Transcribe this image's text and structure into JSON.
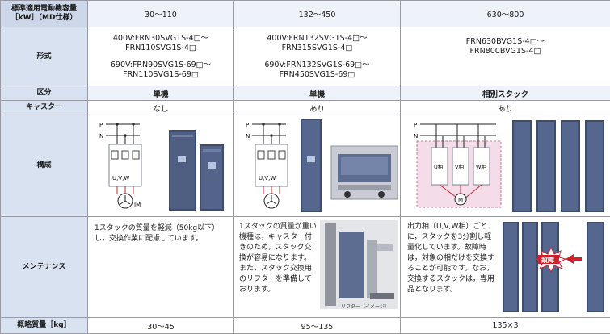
{
  "header": {
    "label": "標準適用電動機容量\n［kW］（MD仕様）",
    "col1": "30～110",
    "col2": "132～450",
    "col3": "630～800"
  },
  "model": {
    "label": "形式",
    "col1_line1": "400V:FRN30SVG1S-4□～",
    "col1_line2": "FRN110SVG1S-4□",
    "col1_line3": "690V:FRN90SVG1S-69□～",
    "col1_line4": "FRN110SVG1S-69□",
    "col2_line1": "400V:FRN132SVG1S-4□～",
    "col2_line2": "FRN315SVG1S-4□",
    "col2_line3": "690V:FRN132SVG1S-69□～",
    "col2_line4": "FRN450SVG1S-69□",
    "col3_line1": "FRN630BVG1S-4□～",
    "col3_line2": "FRN800BVG1S-4□"
  },
  "division": {
    "label": "区分",
    "col1": "単機",
    "col2": "単機",
    "col3": "相別スタック"
  },
  "caster": {
    "label": "キャスター",
    "col1": "なし",
    "col2": "あり",
    "col3": "あり"
  },
  "config": {
    "label": "構成",
    "P": "P",
    "N": "N",
    "uvw": "U,V,W",
    "im": "IM",
    "m": "M",
    "u_phase": "U相",
    "v_phase": "V相",
    "w_phase": "W相"
  },
  "maintenance": {
    "label": "メンテナンス",
    "col1": "1スタックの質量を軽減（50kg以下）し，交換作業に配慮しています。",
    "col2": "1スタックの質量が重い機種は，キャスター付きのため，スタック交換が容易になります。また，スタック交換用のリフターを準備しております。",
    "col2_caption": "リフター（イメージ）",
    "col3": "出力相（U,V,W相）ごとに，スタックを3分割し軽量化しています。故障時は，対象の相だけを交換することが可能です。なお，交換するスタックは，専用品となります。",
    "fault": "故障"
  },
  "weight": {
    "label": "概略質量［kg］",
    "col1": "30～45",
    "col2": "95～135",
    "col3": "135×3"
  },
  "colors": {
    "header_bg": "#cdd7ea",
    "cabinet": "#3e4d6d",
    "fault_red": "#d2202a"
  }
}
